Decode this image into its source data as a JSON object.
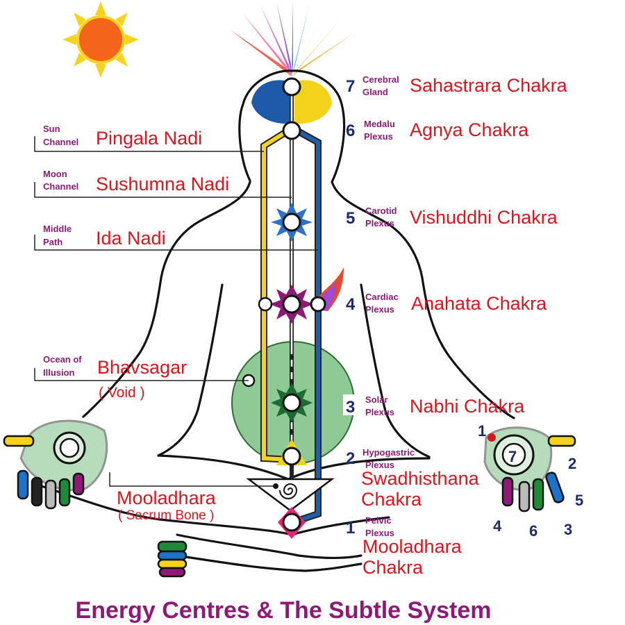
{
  "title": "Energy Centres & The Subtle System",
  "colors": {
    "chakra_label": "#d8161e",
    "small_label": "#8e1a78",
    "number": "#1d2a6b",
    "sun": "#f4651b",
    "moon": "#1e73c8",
    "ida_left_channel": "#f2d21b",
    "pingala_right_channel": "#1f5fa6",
    "void": "#5fb36a"
  },
  "icons": [
    "sun-icon",
    "moon-icon",
    "crown-rays-icon",
    "flame-icon",
    "spiral-icon"
  ],
  "nadis": [
    {
      "small": [
        "Sun",
        "Channel"
      ],
      "label": "Pingala Nadi"
    },
    {
      "small": [
        "Moon",
        "Channel"
      ],
      "label": "Sushumna Nadi"
    },
    {
      "small": [
        "Middle",
        "Path"
      ],
      "label": "Ida Nadi"
    }
  ],
  "bhavsagar": {
    "small": [
      "Ocean of",
      "Illusion"
    ],
    "label": "Bhavsagar",
    "sub": "( Void  )"
  },
  "mooladhara_left": {
    "label": "Mooladhara",
    "sub": "( Sacrum Bone )"
  },
  "chakras": [
    {
      "num": "7",
      "small": [
        "Cerebral",
        "Gland"
      ],
      "label": [
        "Sahastrara Chakra"
      ]
    },
    {
      "num": "6",
      "small": [
        "Medalu",
        "Plexus"
      ],
      "label": [
        "Agnya Chakra"
      ]
    },
    {
      "num": "5",
      "small": [
        "Carotid",
        "Plexus"
      ],
      "label": [
        "Vishuddhi Chakra"
      ]
    },
    {
      "num": "4",
      "small": [
        "Cardiac",
        "Plexus"
      ],
      "label": [
        "Anahata Chakra"
      ]
    },
    {
      "num": "3",
      "small": [
        "Solar",
        "Plexus"
      ],
      "label": [
        "Nabhi Chakra"
      ]
    },
    {
      "num": "2",
      "small": [
        "Hypogastric",
        "Plexus"
      ],
      "label": [
        "Swadhisthana",
        "Chakra"
      ]
    },
    {
      "num": "1",
      "small": [
        "Pelvic",
        "Plexus"
      ],
      "label": [
        "Mooladhara",
        "Chakra"
      ]
    }
  ],
  "right_hand_numbers": [
    "1",
    "7",
    "2",
    "5",
    "4",
    "6",
    "3"
  ]
}
